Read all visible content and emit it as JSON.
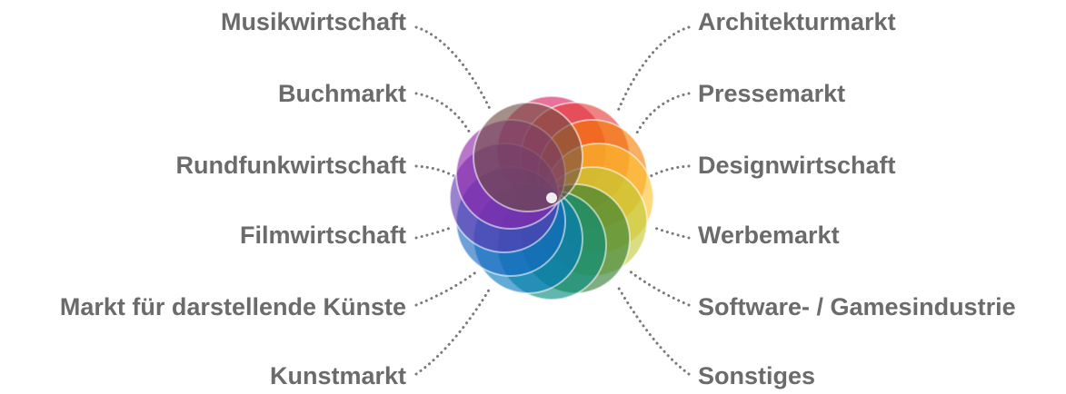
{
  "sectors_left": [
    "Musikwirtschaft",
    "Buchmarkt",
    "Rundfunkwirtschaft",
    "Filmwirtschaft",
    "Markt für darstellende Künste",
    "Kunstmarkt"
  ],
  "sectors_right": [
    "Architekturmarkt",
    "Pressemarkt",
    "Designwirtschaft",
    "Werbemarkt",
    "Software- / Gamesindustrie",
    "Sonstiges"
  ],
  "colors": {
    "label": "#6b6b6b",
    "connector": "#7a7a7a",
    "petals": [
      "#d81b60",
      "#e53935",
      "#f57c00",
      "#fbc02d",
      "#c0ca33",
      "#2e7d32",
      "#00897b",
      "#0277bd",
      "#1565c0",
      "#5e35b1",
      "#8e24aa",
      "#6d4c41"
    ]
  }
}
